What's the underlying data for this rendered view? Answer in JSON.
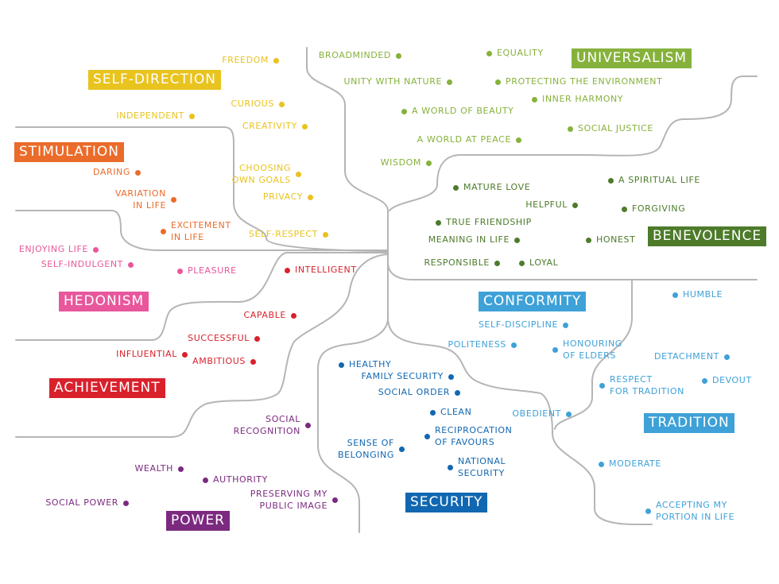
{
  "colors": {
    "self_direction": "#e9c31e",
    "stimulation": "#eb6b2a",
    "hedonism": "#e8579c",
    "achievement": "#d9212c",
    "power": "#7b2a80",
    "security": "#1167b1",
    "conformity": "#3ea1d8",
    "tradition": "#3ea1d8",
    "benevolence": "#4d7b2a",
    "universalism": "#86b23c",
    "line": "#b5b5b5"
  },
  "categories": {
    "self_direction": "SELF-DIRECTION",
    "stimulation": "STIMULATION",
    "hedonism": "HEDONISM",
    "achievement": "ACHIEVEMENT",
    "power": "POWER",
    "security": "SECURITY",
    "conformity": "CONFORMITY",
    "tradition": "TRADITION",
    "benevolence": "BENEVOLENCE",
    "universalism": "UNIVERSALISM"
  },
  "values": {
    "freedom": "FREEDOM",
    "curious": "CURIOUS",
    "independent": "INDEPENDENT",
    "creativity": "CREATIVITY",
    "choosing_own_goals": "CHOOSING\nOWN GOALS",
    "privacy": "PRIVACY",
    "self_respect": "SELF-RESPECT",
    "daring": "DARING",
    "variation_in_life": "VARIATION\nIN LIFE",
    "excitement_in_life": "EXCITEMENT\nIN LIFE",
    "enjoying_life": "ENJOYING LIFE",
    "self_indulgent": "SELF-INDULGENT",
    "pleasure": "PLEASURE",
    "intelligent": "INTELLIGENT",
    "capable": "CAPABLE",
    "successful": "SUCCESSFUL",
    "influential": "INFLUENTIAL",
    "ambitious": "AMBITIOUS",
    "social_recognition": "SOCIAL\nRECOGNITION",
    "wealth": "WEALTH",
    "authority": "AUTHORITY",
    "preserving_public_image": "PRESERVING MY\nPUBLIC IMAGE",
    "social_power": "SOCIAL POWER",
    "healthy": "HEALTHY",
    "family_security": "FAMILY SECURITY",
    "social_order": "SOCIAL ORDER",
    "clean": "CLEAN",
    "reciprocation_of_favours": "RECIPROCATION\nOF FAVOURS",
    "sense_of_belonging": "SENSE OF\nBELONGING",
    "national_security": "NATIONAL\nSECURITY",
    "self_discipline": "SELF-DISCIPLINE",
    "politeness": "POLITENESS",
    "honouring_of_elders": "HONOURING\nOF ELDERS",
    "obedient": "OBEDIENT",
    "humble": "HUMBLE",
    "detachment": "DETACHMENT",
    "respect_for_tradition": "RESPECT\nFOR TRADITION",
    "devout": "DEVOUT",
    "moderate": "MODERATE",
    "accepting_my_portion": "ACCEPTING MY\nPORTION IN LIFE",
    "broadminded": "BROADMINDED",
    "equality": "EQUALITY",
    "unity_with_nature": "UNITY WITH NATURE",
    "protecting_environment": "PROTECTING THE ENVIRONMENT",
    "a_world_of_beauty": "A WORLD OF BEAUTY",
    "inner_harmony": "INNER HARMONY",
    "social_justice": "SOCIAL JUSTICE",
    "a_world_at_peace": "A WORLD AT PEACE",
    "wisdom": "WISDOM",
    "mature_love": "MATURE LOVE",
    "a_spiritual_life": "A SPIRITUAL LIFE",
    "helpful": "HELPFUL",
    "forgiving": "FORGIVING",
    "true_friendship": "TRUE FRIENDSHIP",
    "meaning_in_life": "MEANING IN LIFE",
    "honest": "HONEST",
    "responsible": "RESPONSIBLE",
    "loyal": "LOYAL"
  }
}
